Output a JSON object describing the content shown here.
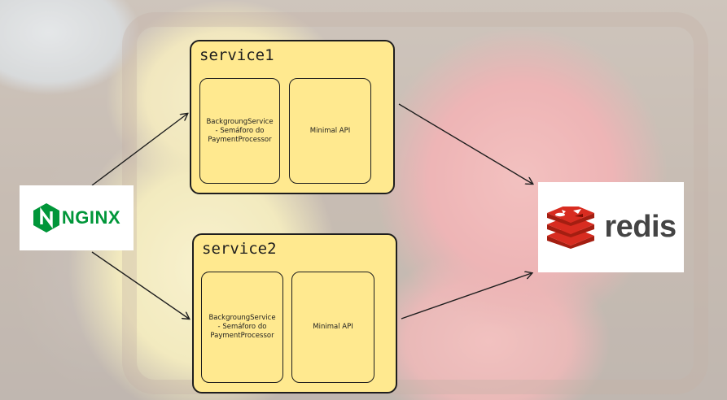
{
  "diagram": {
    "nodes": {
      "nginx": {
        "label": "NGINX",
        "icon": "nginx-hexagon-icon",
        "color": "#009639"
      },
      "redis": {
        "label": "redis",
        "icon": "redis-stack-icon",
        "color": "#d82c20"
      },
      "service1": {
        "title": "service1",
        "background_service": "BackgroungService\n- Semáforo do\nPaymentProcessor",
        "minimal_api": "Minimal API"
      },
      "service2": {
        "title": "service2",
        "background_service": "BackgroungService\n- Semáforo do\nPaymentProcessor",
        "minimal_api": "Minimal API"
      }
    },
    "edges": [
      {
        "from": "nginx",
        "to": "service1"
      },
      {
        "from": "nginx",
        "to": "service2"
      },
      {
        "from": "service1",
        "to": "redis"
      },
      {
        "from": "service2",
        "to": "redis"
      }
    ],
    "colors": {
      "box_fill": "#ffe98f",
      "stroke": "#1e1e1e"
    }
  }
}
